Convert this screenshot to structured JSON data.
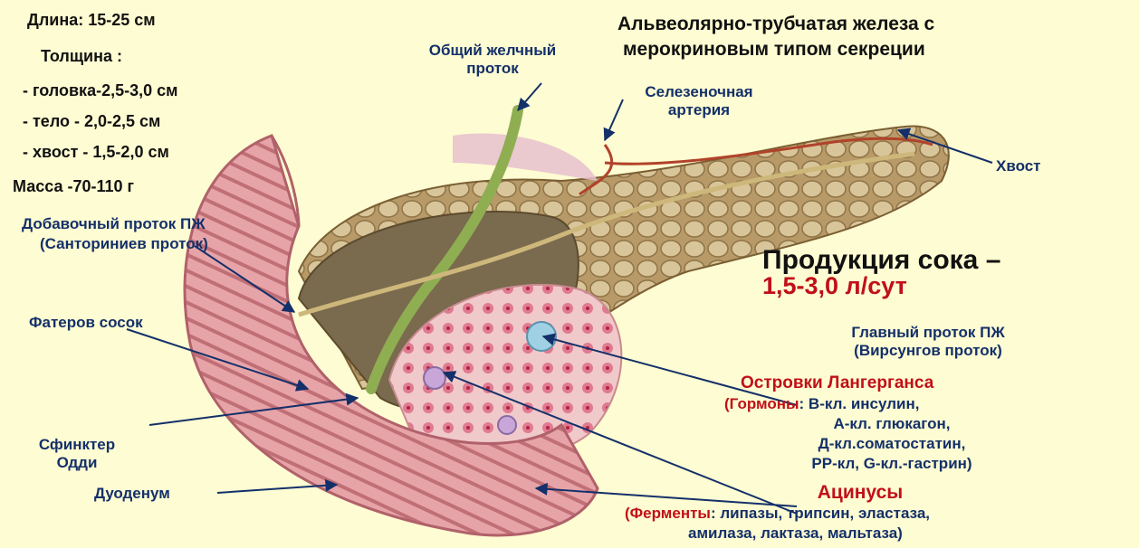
{
  "params": {
    "length": "Длина: 15-25 см",
    "thickness": "Толщина :",
    "head": "- головка-2,5-3,0 см",
    "body": "- тело - 2,0-2,5 см",
    "tail": "- хвост - 1,5-2,0 см",
    "mass": "Масса -70-110 г"
  },
  "title": {
    "line1": "Альвеолярно-трубчатая железа с",
    "line2": "мерокриновым типом секреции"
  },
  "production": {
    "label": "Продукция сока –",
    "value": "1,5-3,0 л/сут"
  },
  "labels": {
    "bile_duct_1": "Общий желчный",
    "bile_duct_2": "проток",
    "splenic_artery_1": "Селезеночная",
    "splenic_artery_2": "артерия",
    "tail": "Хвост",
    "accessory_duct_1": "Добавочный проток ПЖ",
    "accessory_duct_2": "(Санториниев проток)",
    "vater_papilla": "Фатеров сосок",
    "oddi_1": "Сфинктер",
    "oddi_2": "Одди",
    "duodenum": "Дуоденум",
    "main_duct_1": "Главный проток ПЖ",
    "main_duct_2": "(Вирсунгов проток)"
  },
  "islets": {
    "title": "Островки Лангерганса",
    "hormones_word": "(Гормоны",
    "line1_rest": ": В-кл. инсулин,",
    "line2": "А-кл. глюкагон,",
    "line3": "Д-кл.соматостатин,",
    "line4": "PP-кл,  G-кл.-гастрин)"
  },
  "acini": {
    "title": "Ацинусы",
    "enzymes_word": "(Ферменты",
    "line1_rest": ": липазы, трипсин, эластаза,",
    "line2": "амилаза, лактаза, мальтаза)"
  },
  "colors": {
    "background": "#fefcd2",
    "label_blue": "#14306a",
    "label_red": "#c0101a"
  }
}
